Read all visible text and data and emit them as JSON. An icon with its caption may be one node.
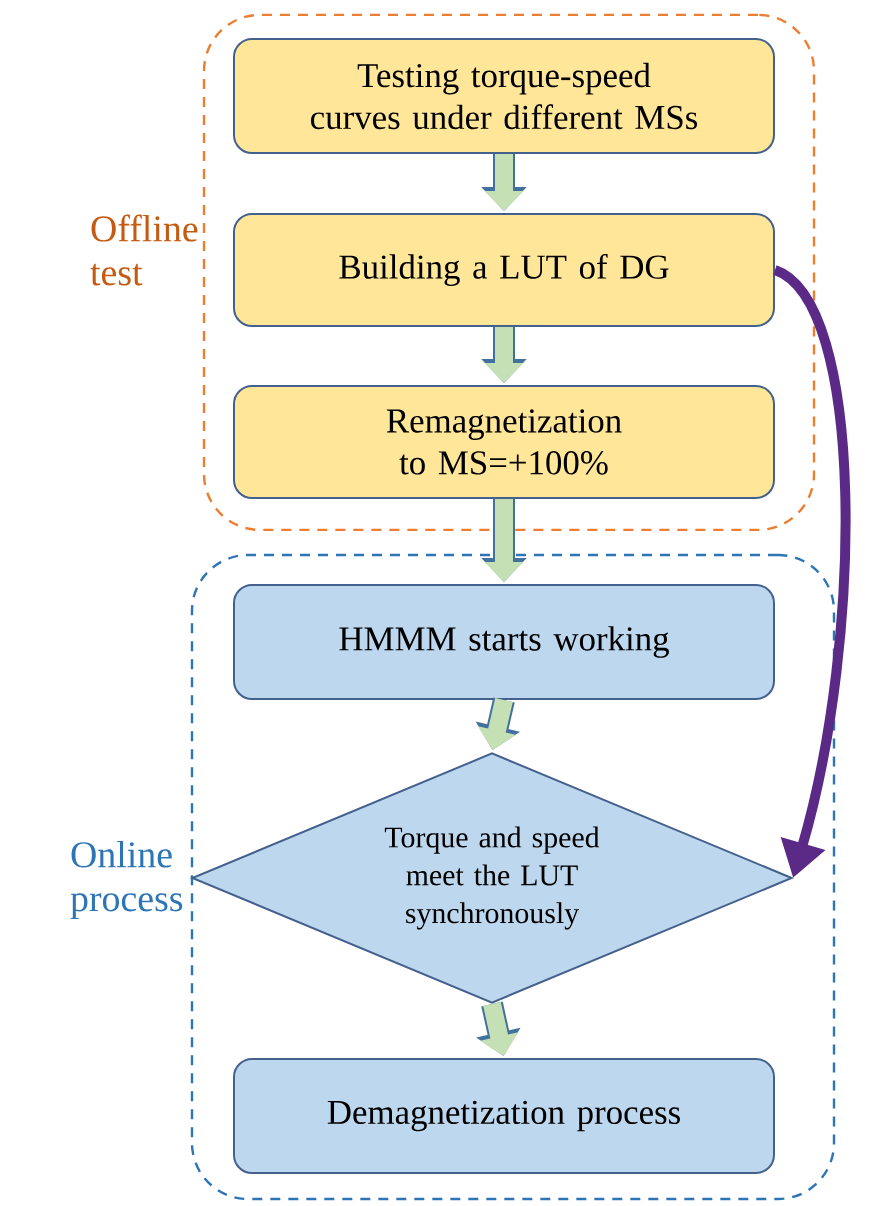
{
  "diagram": {
    "nodes": [
      {
        "text": [
          "Offline test"
        ]
      },
      {
        "text": [
          "Testing torque-speed curves under different MSs"
        ],
        "in": 0
      },
      {
        "text": [
          "Building a LUT of DG"
        ],
        "in": 0
      },
      {
        "text": [
          "Remagnetization to MS=+100%"
        ],
        "in": 0
      },
      {
        "text": [
          "Online process"
        ]
      },
      {
        "text": [
          "HMMM starts working"
        ],
        "in": 4
      },
      {
        "text": [
          "Torque and speed meet the LUT synchronously"
        ],
        "in": 4
      },
      {
        "text": [
          "Demagnetization process"
        ],
        "in": 4
      }
    ],
    "edges": [
      {
        "from": 1,
        "to": 2,
        "arrow": "to"
      },
      {
        "from": 2,
        "to": 3,
        "arrow": "to"
      },
      {
        "from": 3,
        "to": 5,
        "arrow": "to"
      },
      {
        "from": 5,
        "to": 6,
        "arrow": "to"
      },
      {
        "from": 6,
        "to": 7,
        "arrow": "to"
      },
      {
        "from": 2,
        "to": 6,
        "arrow": "to",
        "color": "#5b2a86"
      }
    ]
  }
}
